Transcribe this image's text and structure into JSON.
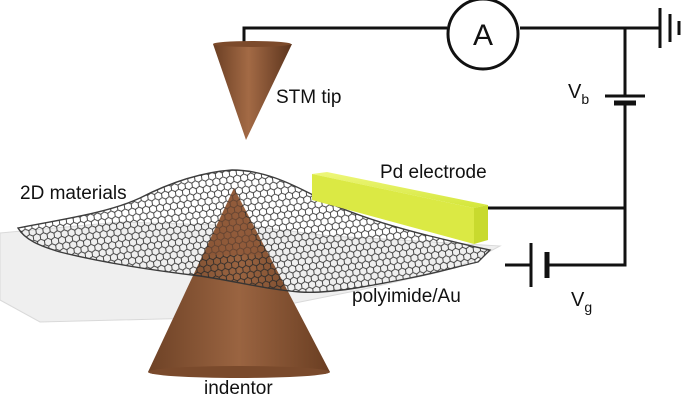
{
  "labels": {
    "ammeter": "A",
    "stm_tip": "STM tip",
    "vb_main": "V",
    "vb_sub": "b",
    "pd_electrode": "Pd electrode",
    "two_d_materials": "2D materials",
    "polyimide": "polyimide/Au",
    "vg_main": "V",
    "vg_sub": "g",
    "indentor": "indentor"
  },
  "colors": {
    "tip": "#8a5634",
    "electrode": "#d9ea3c",
    "wire": "#111111",
    "lattice": "#2a2a2a",
    "substrate": "#ececec"
  }
}
